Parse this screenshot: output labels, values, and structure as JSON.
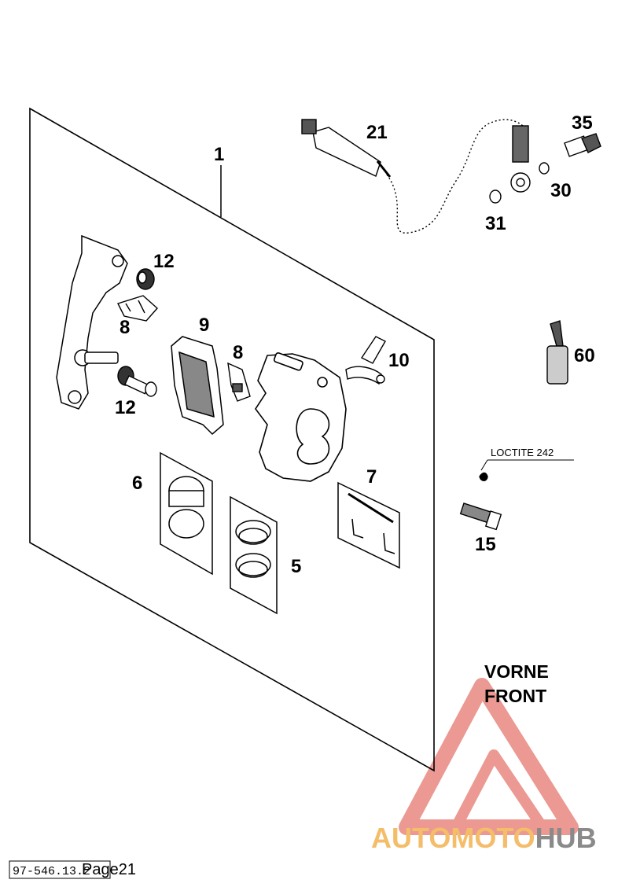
{
  "callouts": {
    "c1": "1",
    "c21": "21",
    "c35": "35",
    "c30": "30",
    "c31": "31",
    "c12a": "12",
    "c8a": "8",
    "c9": "9",
    "c8b": "8",
    "c10": "10",
    "c12b": "12",
    "c60": "60",
    "c6": "6",
    "c7": "7",
    "c5": "5",
    "c15": "15"
  },
  "loctite_label": "LOCTITE 242",
  "direction": {
    "line1": "VORNE",
    "line2": "FRONT"
  },
  "watermark": {
    "part1": "AUTOMOTO",
    "part2": "HUB"
  },
  "footer": {
    "code": "97-546.13.2",
    "page": "Page21"
  },
  "colors": {
    "watermark_red": "#e88880",
    "watermark_orange": "#f4bd6a",
    "watermark_grey": "#8a8a8a"
  }
}
